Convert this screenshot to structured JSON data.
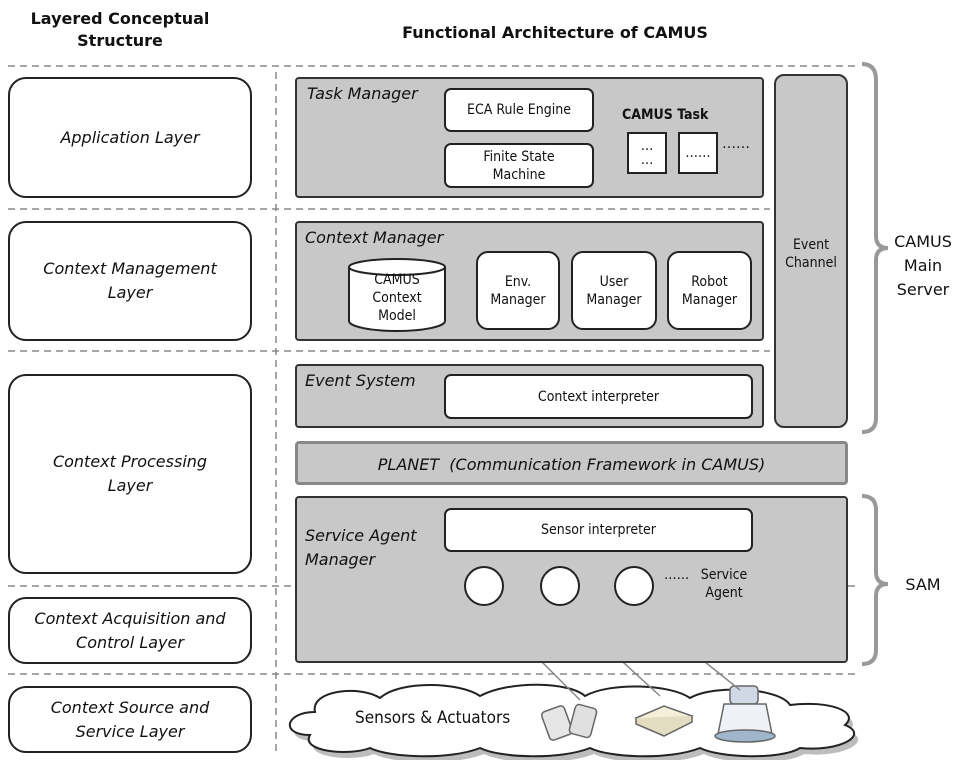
{
  "headers": {
    "left": "Layered Conceptual Structure",
    "right": "Functional Architecture of CAMUS"
  },
  "layers": [
    "Application Layer",
    "Context Management Layer",
    "Context Processing Layer",
    "Context Acquisition and Control Layer",
    "Context Source and Service Layer"
  ],
  "task_manager": {
    "title": "Task Manager",
    "eca": "ECA Rule Engine",
    "fsm": "Finite State Machine",
    "camus_task": "CAMUS Task",
    "doc1": "…\n…",
    "doc2": "……",
    "doc_more": "……"
  },
  "context_manager": {
    "title": "Context Manager",
    "model": "CAMUS Context Model",
    "env": "Env. Manager",
    "user": "User Manager",
    "robot": "Robot Manager"
  },
  "event_system": {
    "title": "Event System",
    "interpreter": "Context interpreter"
  },
  "event_channel": "Event Channel",
  "planet": "PLANET  (Communication Framework in CAMUS)",
  "sam": {
    "title": "Service Agent Manager",
    "interpreter": "Sensor interpreter",
    "dots": "……",
    "service_agent": "Service Agent"
  },
  "sensors": "Sensors & Actuators",
  "right_labels": {
    "main_server": "CAMUS Main Server",
    "sam": "SAM"
  }
}
